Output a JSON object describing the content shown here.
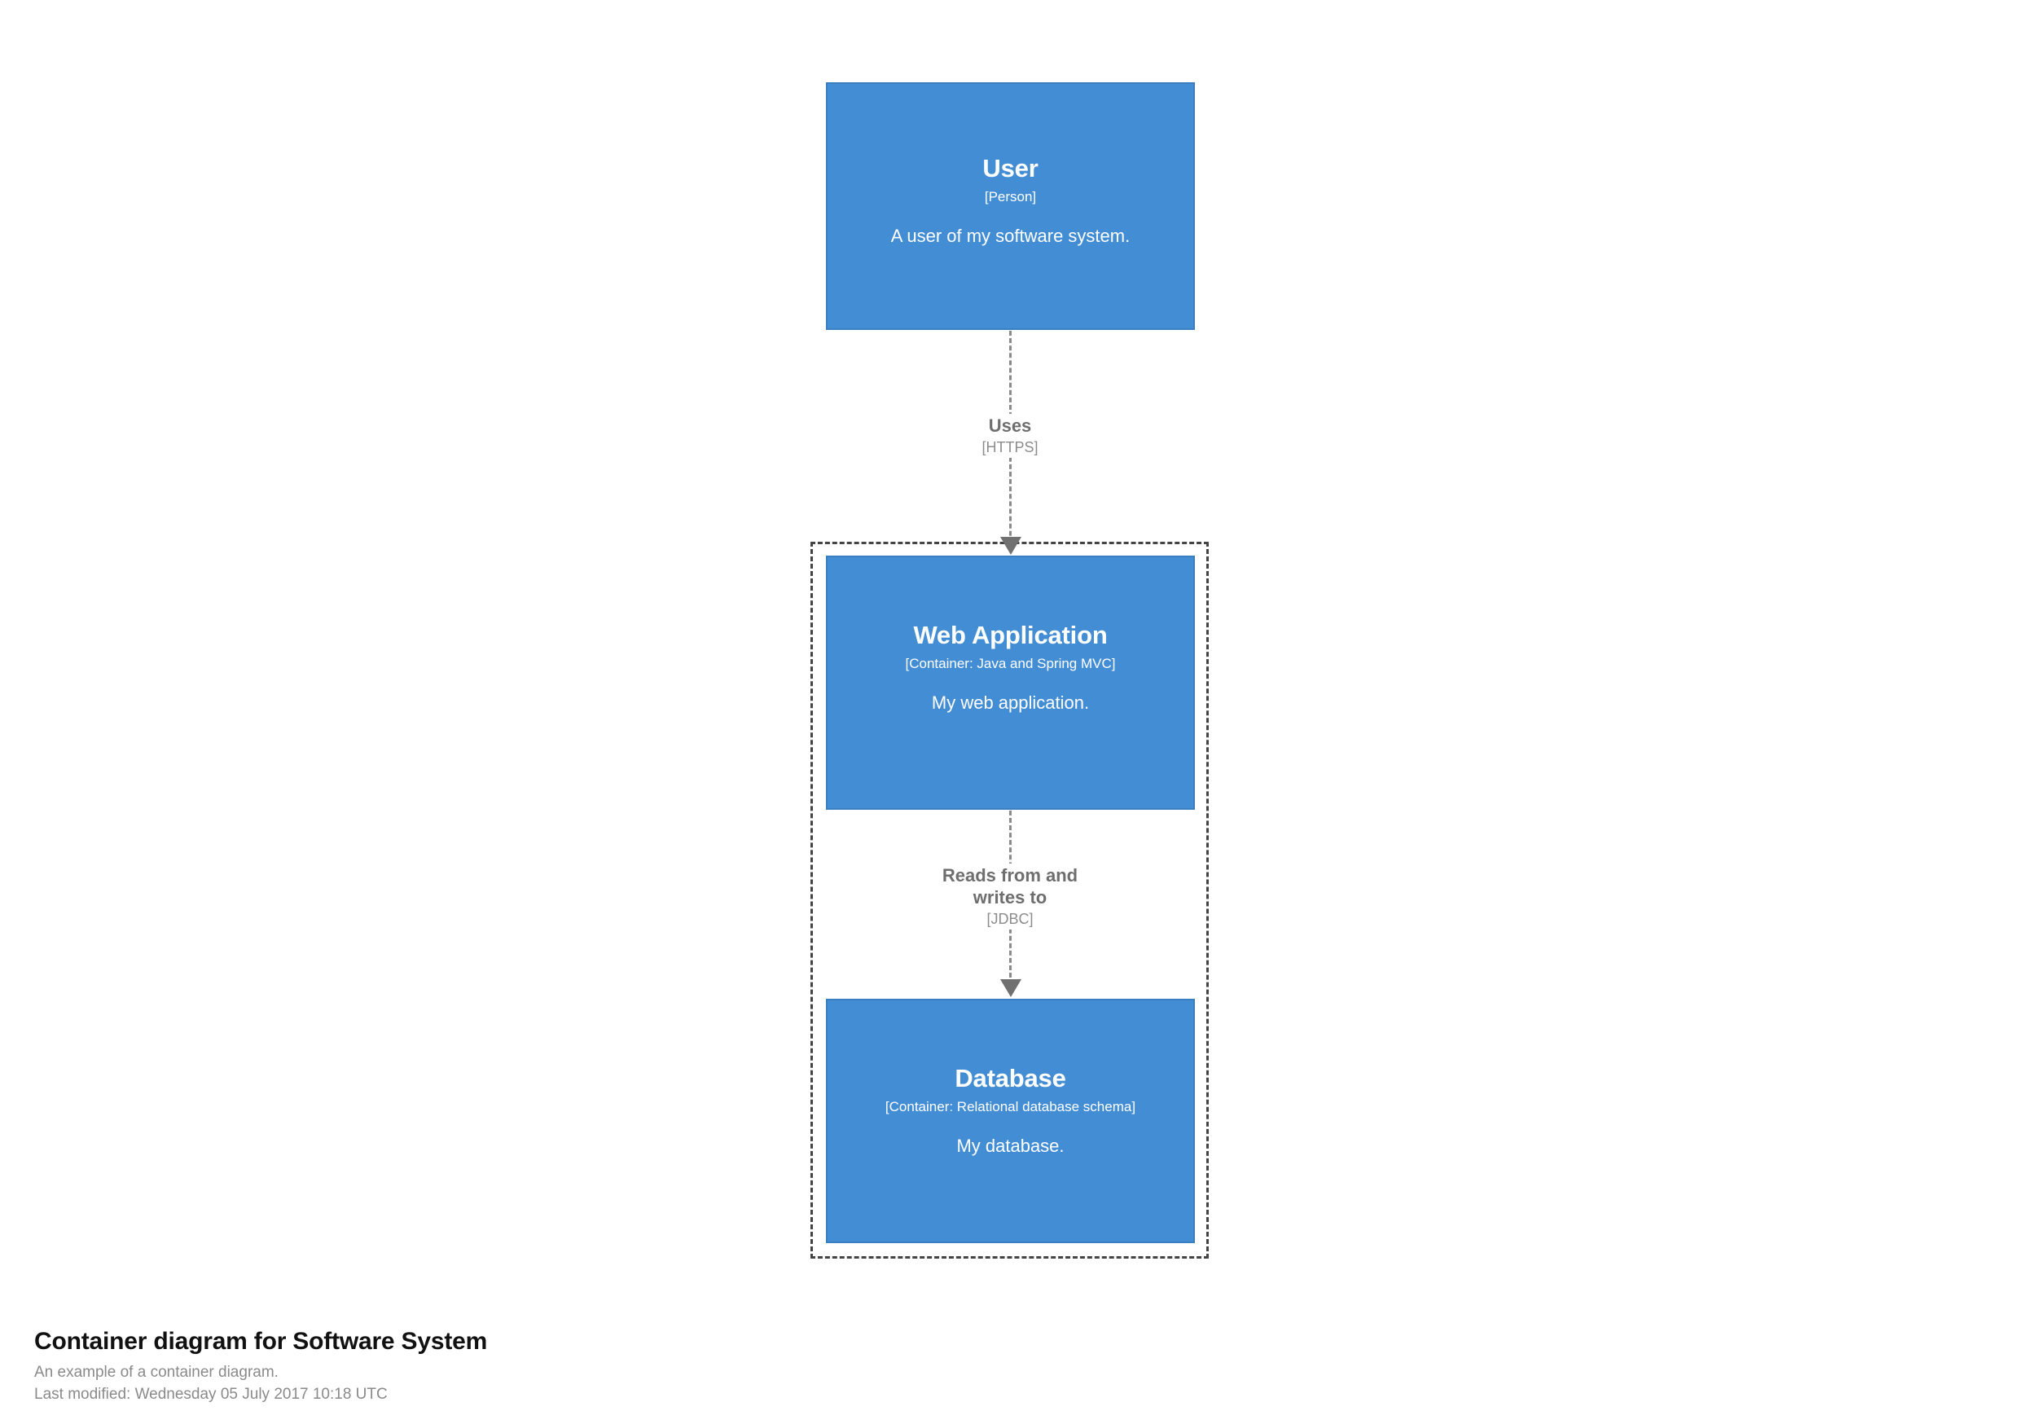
{
  "diagram": {
    "title": "Container diagram for Software System",
    "description": "An example of a container diagram.",
    "last_modified": "Last modified: Wednesday 05 July 2017 10:18 UTC",
    "element_color": "#438dd5",
    "element_text_color": "#ffffff",
    "relationship_color": "#707070",
    "boundary_color": "#444444"
  },
  "elements": [
    {
      "name": "User",
      "type": "[Person]",
      "description": "A user of my software system."
    },
    {
      "name": "Web Application",
      "type": "[Container: Java and Spring MVC]",
      "description": "My web application."
    },
    {
      "name": "Database",
      "type": "[Container: Relational database schema]",
      "description": "My database."
    }
  ],
  "relationships": [
    {
      "description": "Uses",
      "technology": "[HTTPS]"
    },
    {
      "description": "Reads from and\nwrites to",
      "technology": "[JDBC]"
    }
  ]
}
